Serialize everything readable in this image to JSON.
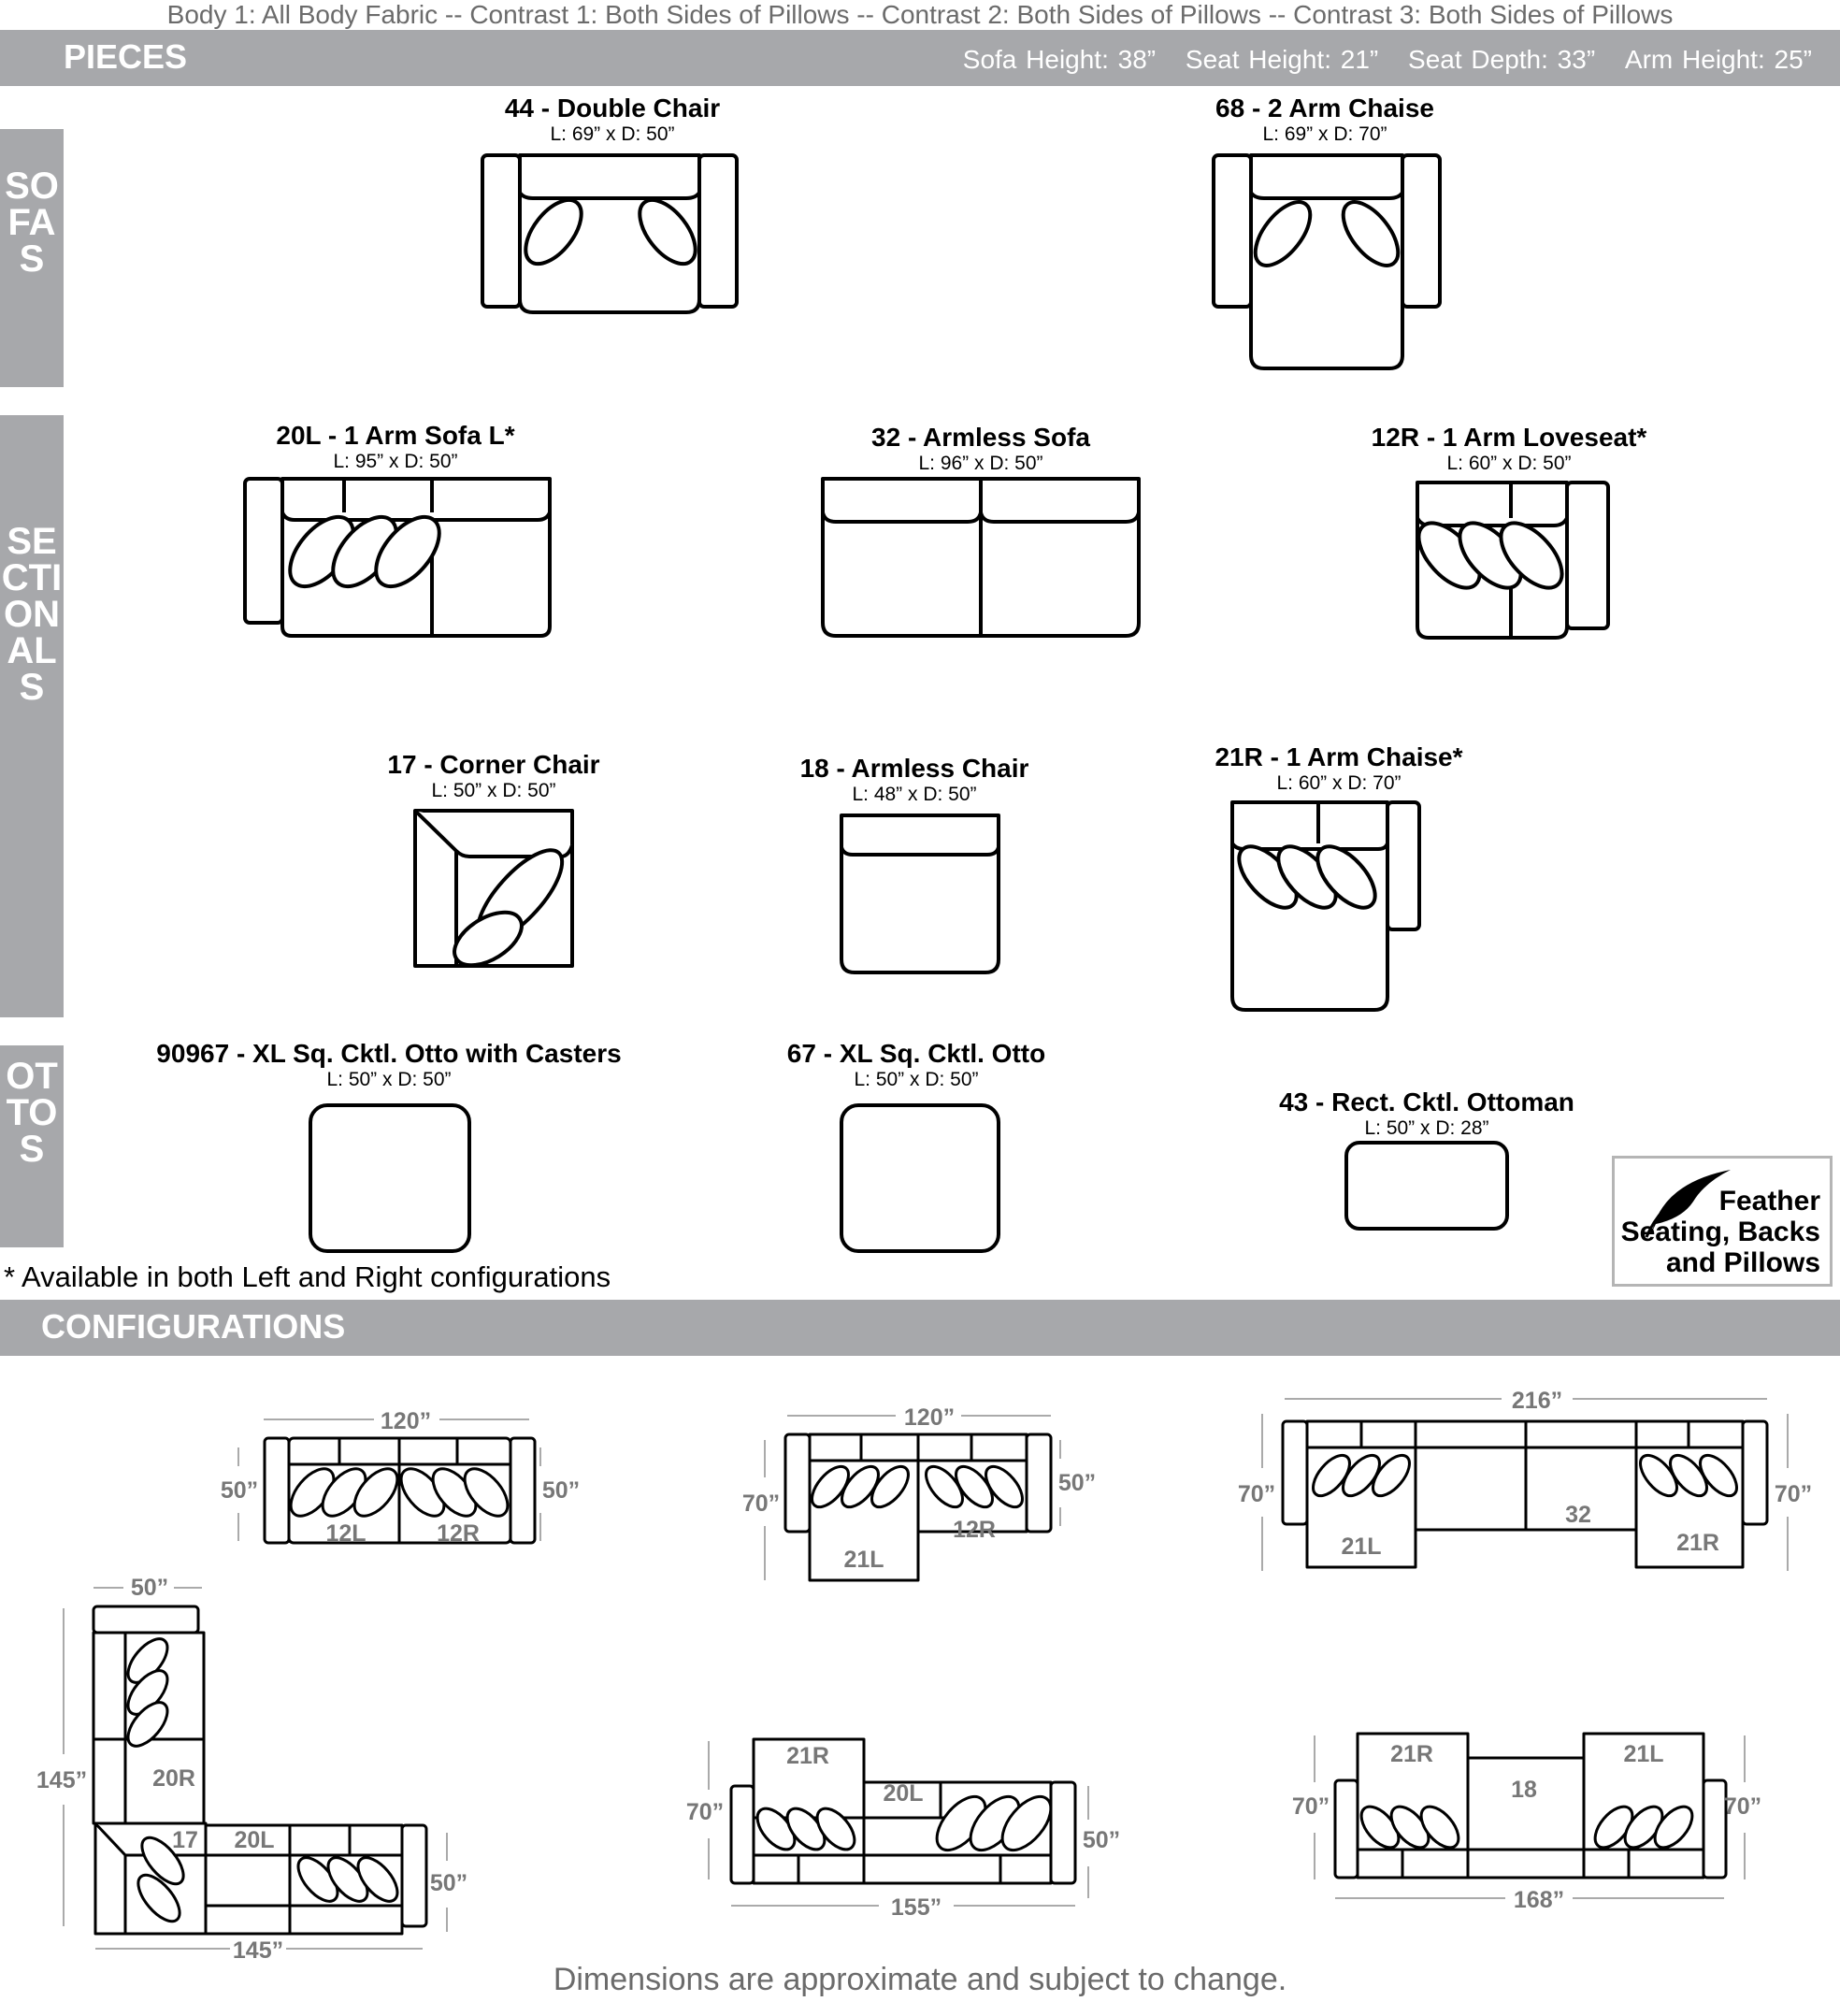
{
  "fabric_line": "Body 1: All Body Fabric -- Contrast 1: Both Sides of Pillows -- Contrast 2: Both Sides of Pillows -- Contrast 3: Both Sides of Pillows",
  "pieces_header": {
    "title": "PIECES",
    "specs": [
      "Sofa Height: 38”",
      "Seat Height: 21”",
      "Seat Depth: 33”",
      "Arm Height: 25”"
    ]
  },
  "side_labels": {
    "sofas": "SOFAS",
    "sectionals": "SECTIONALS",
    "ottos": "OTTOS"
  },
  "pieces": [
    {
      "title": "44 - Double Chair",
      "dims": "L: 69” x D: 50”"
    },
    {
      "title": "68 - 2 Arm Chaise",
      "dims": "L: 69” x D: 70”"
    },
    {
      "title": "20L - 1 Arm Sofa L*",
      "dims": "L: 95” x D: 50”"
    },
    {
      "title": "32 - Armless Sofa",
      "dims": "L: 96” x D: 50”"
    },
    {
      "title": "12R - 1 Arm Loveseat*",
      "dims": "L: 60” x D: 50”"
    },
    {
      "title": "17 - Corner Chair",
      "dims": "L: 50” x D: 50”"
    },
    {
      "title": "18 - Armless Chair",
      "dims": "L: 48” x D: 50”"
    },
    {
      "title": "21R - 1 Arm Chaise*",
      "dims": "L: 60” x D: 70”"
    },
    {
      "title": "90967 - XL Sq. Cktl. Otto with Casters",
      "dims": "L: 50” x D: 50”"
    },
    {
      "title": "67 - XL Sq. Cktl. Otto",
      "dims": "L: 50” x D: 50”"
    },
    {
      "title": "43 - Rect. Cktl. Ottoman",
      "dims": "L: 50” x D: 28”"
    }
  ],
  "availability_note": "* Available in both Left and Right configurations",
  "feather_badge": {
    "icon": "feather-icon",
    "lines": [
      "Feather",
      "Seating, Backs",
      "and Pillows"
    ]
  },
  "config_header": "CONFIGURATIONS",
  "configurations": [
    {
      "dims": [
        "120”",
        "50”",
        "50”"
      ],
      "sections": [
        "12L",
        "12R"
      ]
    },
    {
      "dims": [
        "120”",
        "70”",
        "50”"
      ],
      "sections": [
        "21L",
        "12R"
      ]
    },
    {
      "dims": [
        "216”",
        "70”",
        "70”"
      ],
      "sections": [
        "21L",
        "32",
        "21R"
      ]
    },
    {
      "dims": [
        "50”",
        "145”",
        "145”",
        "50”"
      ],
      "sections": [
        "20R",
        "17",
        "20L"
      ]
    },
    {
      "dims": [
        "70”",
        "50”",
        "155”"
      ],
      "sections": [
        "21R",
        "20L"
      ]
    },
    {
      "dims": [
        "70”",
        "70”",
        "168”"
      ],
      "sections": [
        "21R",
        "18",
        "21L"
      ]
    }
  ],
  "footer": "Dimensions are approximate and subject to change."
}
